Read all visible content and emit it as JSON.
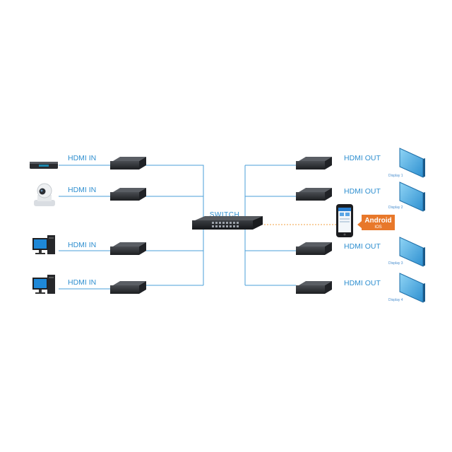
{
  "inputs": [
    {
      "label": "HDMI IN",
      "source_icon": "media-player-icon"
    },
    {
      "label": "HDMI IN",
      "source_icon": "ptz-camera-icon"
    },
    {
      "label": "HDMI IN",
      "source_icon": "desktop-computer-icon"
    },
    {
      "label": "HDMI IN",
      "source_icon": "desktop-computer-icon"
    }
  ],
  "switch": {
    "label": "SWITCH",
    "icon": "network-switch-icon"
  },
  "outputs": [
    {
      "label": "HDMI OUT",
      "display_label": "Display 1"
    },
    {
      "label": "HDMI OUT",
      "display_label": "Display 2"
    },
    {
      "label": "HDMI OUT",
      "display_label": "Display 3"
    },
    {
      "label": "HDMI OUT",
      "display_label": "Display 4"
    }
  ],
  "app": {
    "title": "Android",
    "subtitle": "IOS",
    "icon": "smartphone-icon"
  },
  "colors": {
    "line": "#4a9fd8",
    "dashed": "#f0a040",
    "badge": "#e8782a",
    "display": "#3ba8e0"
  }
}
